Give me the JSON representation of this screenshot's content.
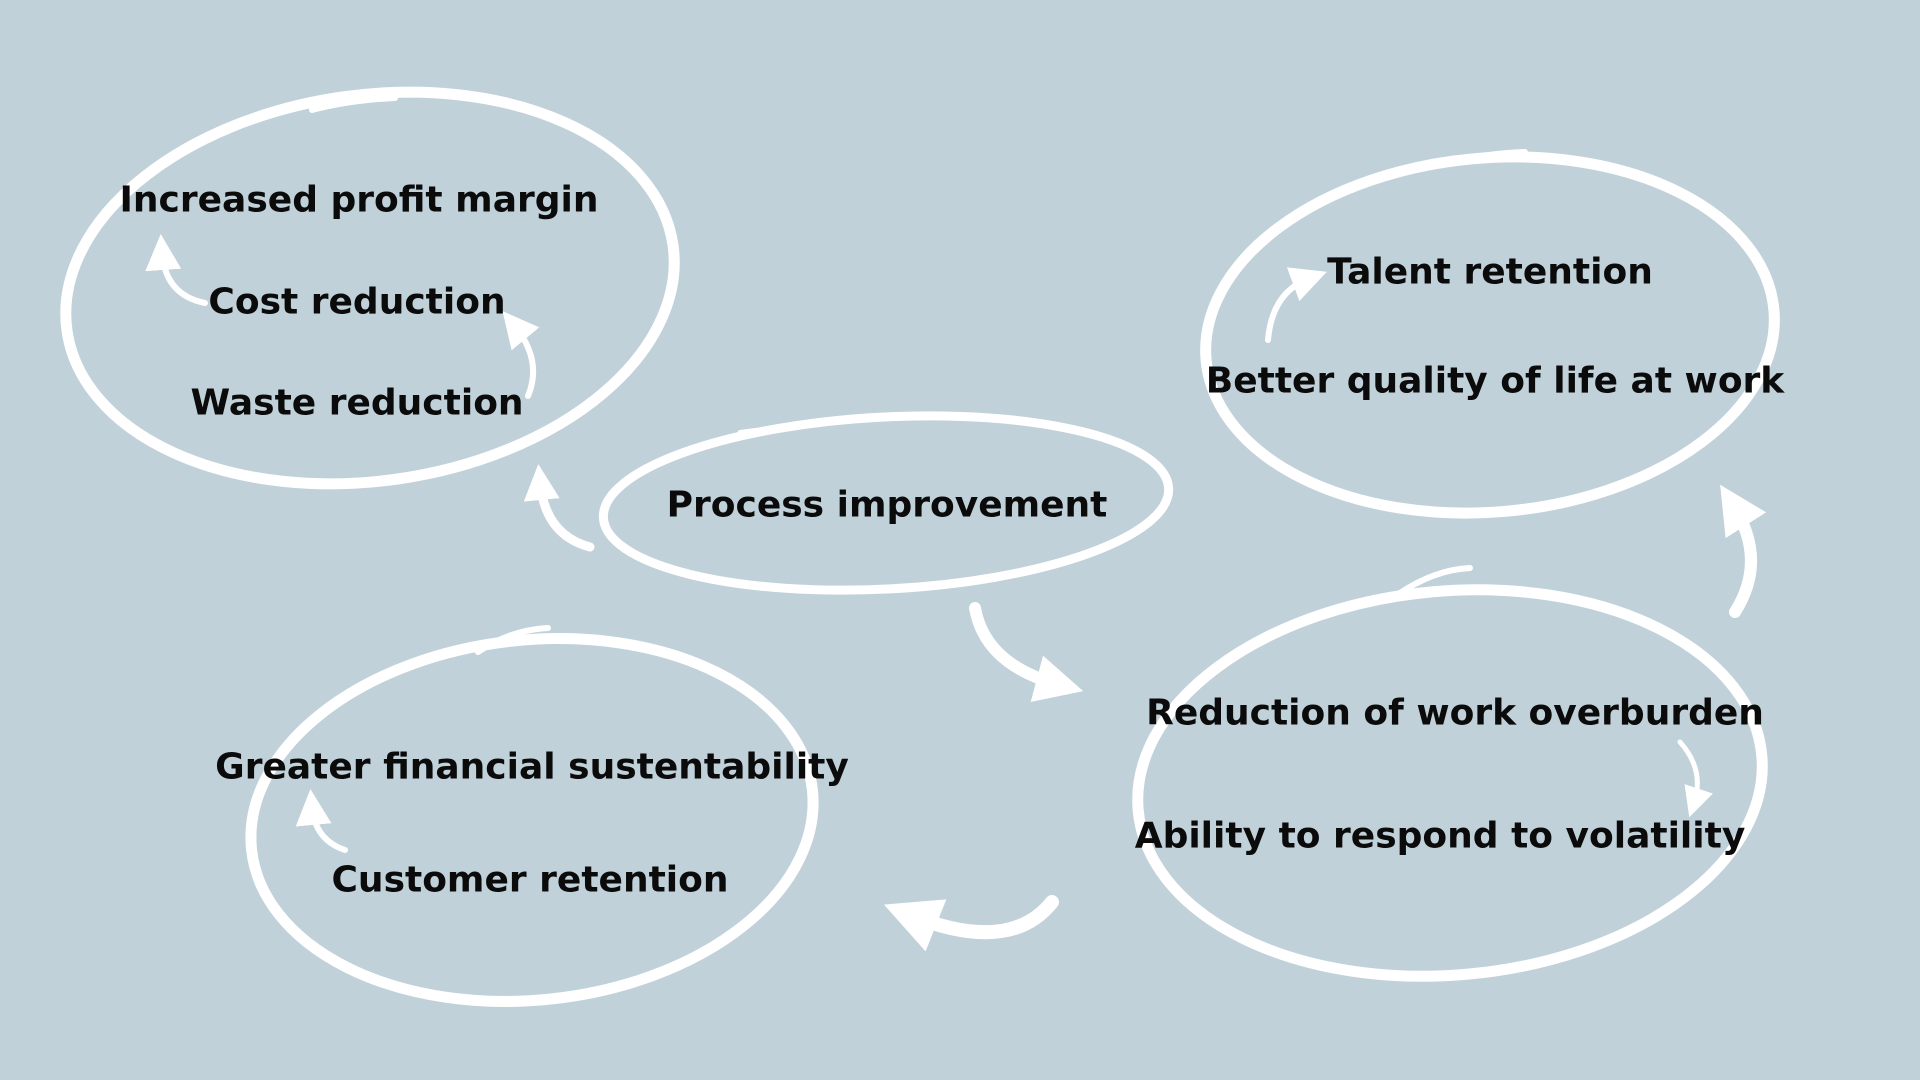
{
  "colors": {
    "background": "#c0d1d9",
    "stroke": "#ffffff",
    "text": "#0b0b0b"
  },
  "center": {
    "label": "Process improvement"
  },
  "clusters": {
    "profit": {
      "items": [
        "Increased profit margin",
        "Cost reduction",
        "Waste reduction"
      ]
    },
    "talent": {
      "items": [
        "Talent retention",
        "Better quality of life at work"
      ]
    },
    "volatility": {
      "items": [
        "Reduction of work overburden",
        "Ability to respond to volatility"
      ]
    },
    "financial": {
      "items": [
        "Greater financial sustentability",
        "Customer retention"
      ]
    }
  }
}
